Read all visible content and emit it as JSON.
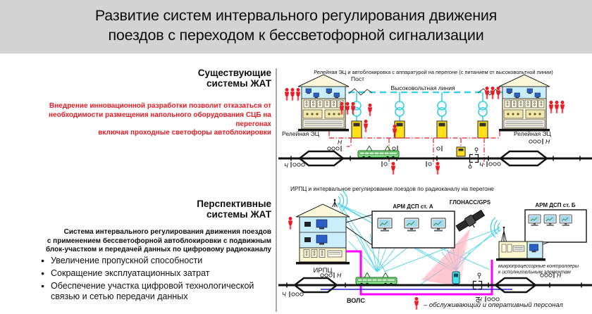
{
  "header": {
    "title": "Развитие систем интервального регулирования движения\nпоездов с переходом к бессветофорной сигнализации"
  },
  "left_panel": {
    "existing_heading": "Существующие\nсистемы ЖАТ",
    "existing_note": "Внедрение инновационной разработки позволит отказаться от\nнеобходимости размещения напольного оборудования СЦБ на перегонах\nвключая проходные светофоры автоблокировки",
    "perspective_heading": "Перспективные\nсистемы ЖАТ",
    "perspective_desc": "Система интервального регулирования движения поездов\nс применением бессветофорной автоблокировки с подвижным\nблок-участком и передачей данных по цифровому радиоканалу",
    "bullets": [
      "Увеличение пропускной способности",
      "Сокращение эксплуатационных затрат",
      "Обеспечение участка цифровой технологической связью и сетью передачи данных"
    ]
  },
  "top_diagram": {
    "caption": "Релейная ЭЦ и автоблокировка с аппаратурой на перегоне (с питанием от высоковольтной линии)",
    "post_label": "Пост",
    "hv_line_label": "Высоковольтная линия",
    "relay_ec_left": "Релейная ЭЦ",
    "relay_ec_right": "Релейная ЭЦ"
  },
  "bottom_diagram": {
    "caption": "ИРПЦ и интервальное регулирование поездов по радиоканалу на перегоне",
    "arm_dsp_a": "АРМ ДСП ст. А",
    "glonass_gps": "ГЛОНАСС/GPS",
    "arm_dsp_b": "АРМ ДСП ст. Б",
    "irpc_label": "ИРПЦ",
    "vols_label": "ВОЛС",
    "controllers_line1": "микропроцессорные контроллеры",
    "controllers_line2": "к исполнительным элементам",
    "legend_text": "– обслуживающий и оперативный персонал"
  },
  "signals": {
    "odd": "Н",
    "even": "Ч"
  },
  "colors": {
    "header_bg": "#d3d3d3",
    "accent_red": "#e81c24",
    "fiber_magenta": "#ff00ff",
    "radio_cyan": "#35d0e8",
    "building_cyan": "#c9eef9",
    "building_yellow": "#fdf8cf",
    "cabinet_yellow": "#ffe01a",
    "train_green": "#86d989"
  }
}
